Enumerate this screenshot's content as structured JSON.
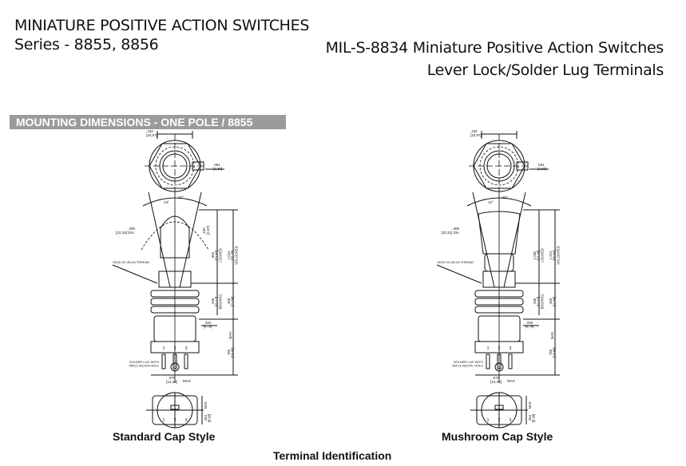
{
  "header": {
    "title": "MINIATURE POSITIVE ACTION SWITCHES",
    "series": "Series - 8855, 8856",
    "spec_title": "MIL-S-8834 Miniature Positive Action Switches",
    "spec_subtitle": "Lever Lock/Solder Lug Terminals"
  },
  "section": {
    "label": "MOUNTING DIMENSIONS - ONE POLE / 8855"
  },
  "drawings": [
    {
      "caption": "Standard Cap Style",
      "labels": {
        "top_dim": ".432\n[10,97]",
        "key_dim": ".051\n[1,30]",
        "angle_outer": "30°",
        "angle_inner": "13°",
        "cap_dia": ".400\n[10,16] DIA.",
        "cap_height": ".105\n[2,67]",
        "locked": ".865\n[21,97]\nLOCKED",
        "unlocked": "1.015\n[25,78]\nUNLOCKED",
        "thread": "15/32-32 UN-2A THREAD",
        "bushing": ".438\n[11,13]\nBUSHING",
        "mount": ".468\n[11,89]",
        "panel": ".030\n[0,76]",
        "max_label": "MAX.",
        "body_len": ".786\n[19,96]",
        "solder_lug": "SOLDER LUG WITH\n.060 [1,52] DIA HOLE",
        "width_dim": ".570\n[14,48]",
        "width_max": "MAX",
        "term_dim": ".354\n[8,99]",
        "term_max": "MAX",
        "terminals": [
          "1",
          "2",
          "3"
        ]
      }
    },
    {
      "caption": "Mushroom Cap Style",
      "labels": {
        "top_dim": ".432\n[10,97]",
        "key_dim": ".051\n[1,30]",
        "angle_outer": "30°",
        "angle_inner": "13°",
        "cap_dia": ".406\n[10,31] DIA",
        "locked": "1.082\n[27,48]\nLOCKED",
        "unlocked": "1.214\n[30,84]\nUNLOCKED",
        "thread": "15/32-32 UN-2A THREAD",
        "bushing": ".438\n[11,13]\nBUSHING",
        "mount": ".468\n[11,89]",
        "panel": ".030\n[0,76]",
        "max_label": "MAX.",
        "body_len": ".786\n[19,96]",
        "solder_lug": "SOLDER LUG WITH\n.060 [1,52] DIA. HOLE",
        "width_dim": ".570\n[14,48]",
        "width_max": "MAX",
        "term_dim": ".354\n[8,99]",
        "term_max": "MAX",
        "terminals": [
          "1",
          "2",
          "3"
        ]
      }
    }
  ],
  "footer": {
    "caption": "Terminal Identification"
  }
}
